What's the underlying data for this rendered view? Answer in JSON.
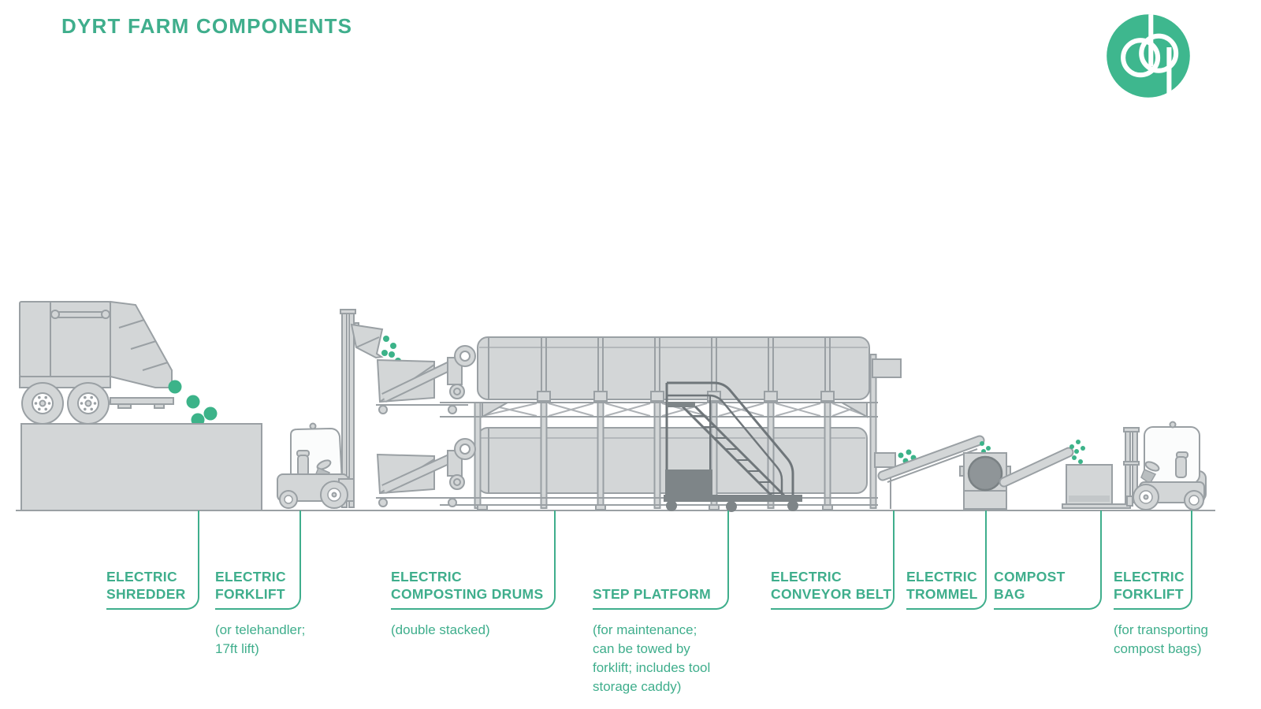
{
  "page": {
    "title": "DYRT FARM COMPONENTS"
  },
  "logo": {
    "name": "dyrt-logo"
  },
  "colors": {
    "accent_green": "#3fae8c",
    "dot_green": "#3cb389",
    "logo_green": "#3eb78e",
    "machine_fill": "#d3d6d7",
    "machine_stroke": "#9aa0a4",
    "platform_dark": "#7e8588",
    "trommel_dark": "#8f9598",
    "background": "#ffffff"
  },
  "labels": [
    {
      "id": "electric-shredder",
      "title": "ELECTRIC\nSHREDDER",
      "caption": ""
    },
    {
      "id": "electric-forklift-1",
      "title": "ELECTRIC\nFORKLIFT",
      "caption": "(or telehandler;\n17ft lift)"
    },
    {
      "id": "electric-composting-drums",
      "title": "ELECTRIC\nCOMPOSTING DRUMS",
      "caption": "(double stacked)"
    },
    {
      "id": "step-platform",
      "title": "STEP PLATFORM",
      "caption": "(for maintenance;\ncan be towed by\nforklift; includes tool\nstorage caddy)"
    },
    {
      "id": "electric-conveyor-belt",
      "title": "ELECTRIC\nCONVEYOR BELT",
      "caption": ""
    },
    {
      "id": "electric-trommel",
      "title": "ELECTRIC\nTROMMEL",
      "caption": ""
    },
    {
      "id": "compost-bag",
      "title": "COMPOST BAG",
      "caption": ""
    },
    {
      "id": "electric-forklift-2",
      "title": "ELECTRIC\nFORKLIFT",
      "caption": "(for transporting\ncompost bags)"
    }
  ],
  "diagram": {
    "machines": [
      "garbage-truck",
      "electric-shredder",
      "electric-forklift",
      "electric-composting-drums",
      "step-platform",
      "electric-conveyor-belt",
      "electric-trommel",
      "compost-bag",
      "electric-forklift"
    ],
    "material_dots": "compost-material"
  }
}
